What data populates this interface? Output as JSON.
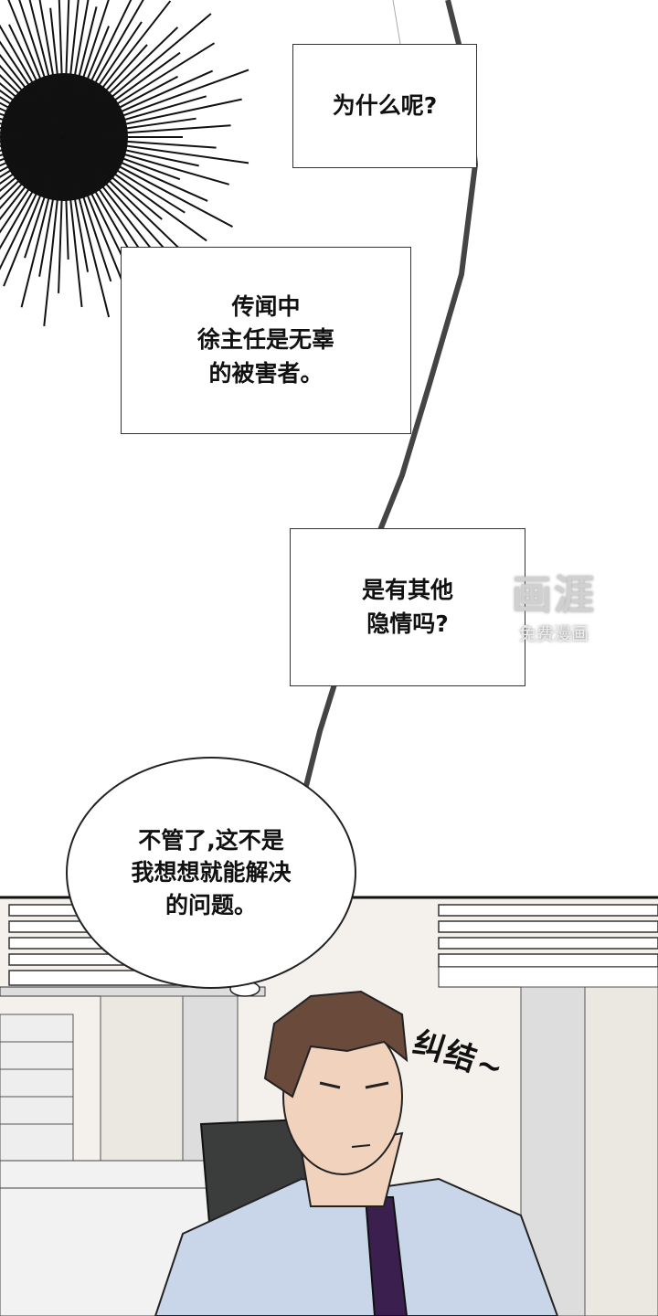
{
  "captions": [
    {
      "lines": [
        "为什么呢?"
      ]
    },
    {
      "lines": [
        "传闻中",
        "徐主任是无辜",
        "的被害者。"
      ]
    },
    {
      "lines": [
        "是有其他",
        "隐情吗?"
      ]
    }
  ],
  "speech_bubble": {
    "lines": [
      "不管了,这不是",
      "我想想就能解决",
      "的问题。"
    ]
  },
  "sound_effect": "纠结~",
  "watermark": {
    "logo": "画涯",
    "subtitle": "免费漫画"
  },
  "colors": {
    "shirt": "#c9d6ea",
    "tie": "#3b1f4e",
    "hair": "#6a4a3a",
    "skin": "#f1d2bd"
  }
}
